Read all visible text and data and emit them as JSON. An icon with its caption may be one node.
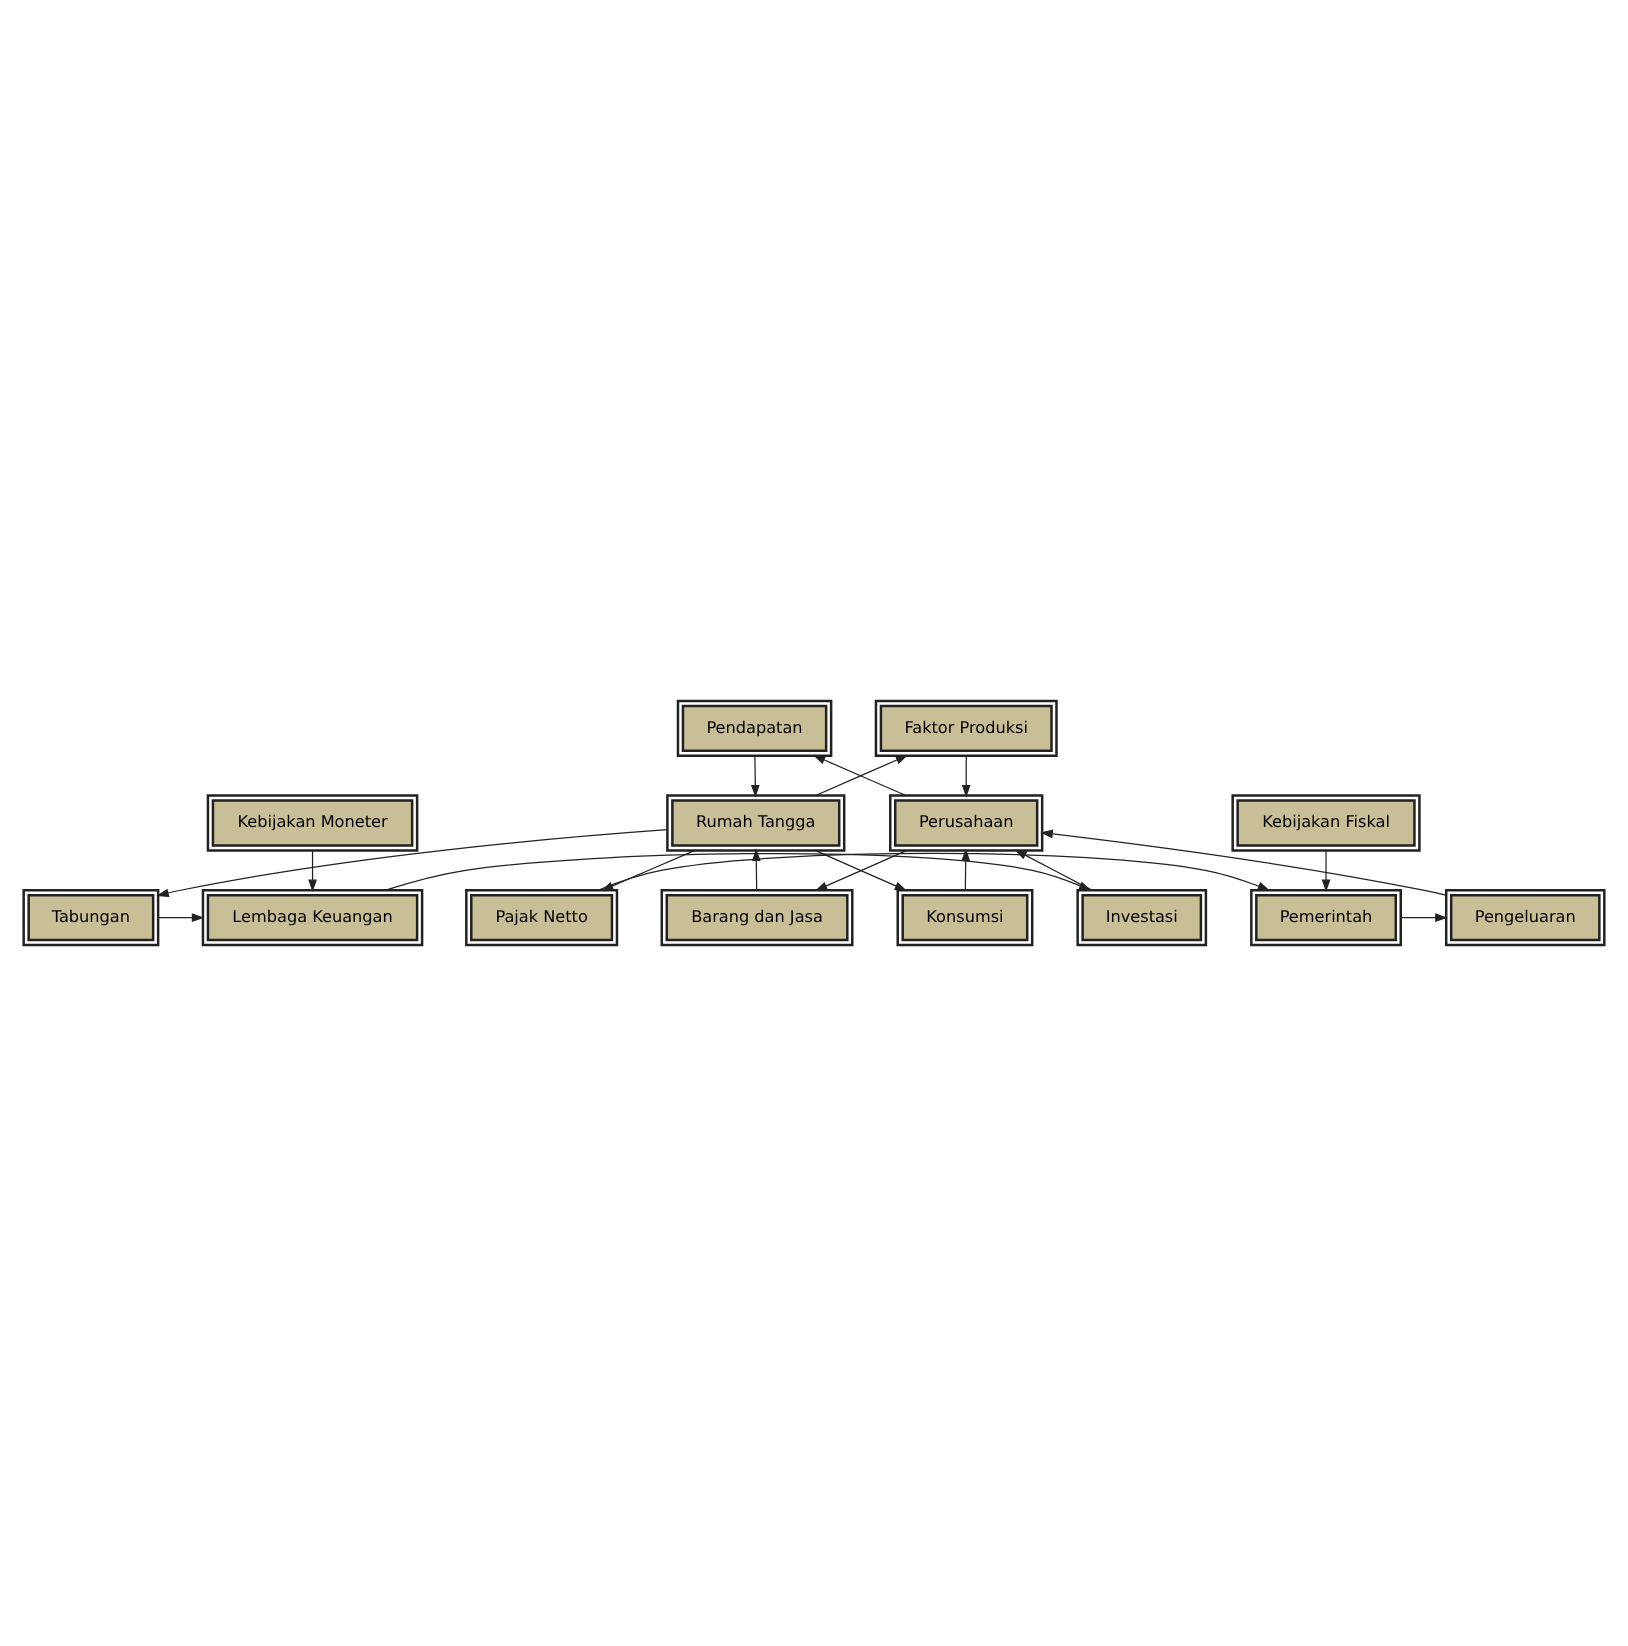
{
  "diagram": {
    "nodes": [
      {
        "text": [
          "Faktor Produksi"
        ]
      },
      {
        "text": [
          "Pendapatan"
        ]
      },
      {
        "text": [
          "Rumah Tangga"
        ]
      },
      {
        "text": [
          "Perusahaan"
        ]
      },
      {
        "text": [
          "Barang dan Jasa"
        ]
      },
      {
        "text": [
          "Konsumsi"
        ]
      },
      {
        "text": [
          "Tabungan"
        ]
      },
      {
        "text": [
          "Lembaga Keuangan"
        ]
      },
      {
        "text": [
          "Investasi"
        ]
      },
      {
        "text": [
          "Kebijakan Moneter"
        ]
      },
      {
        "text": [
          "Pajak Netto"
        ]
      },
      {
        "text": [
          "Pemerintah"
        ]
      },
      {
        "text": [
          "Pengeluaran"
        ]
      },
      {
        "text": [
          "Kebijakan Fiskal"
        ]
      }
    ],
    "edges": [
      {
        "from": 2,
        "to": 0,
        "arrow": "to"
      },
      {
        "from": 0,
        "to": 3,
        "arrow": "to"
      },
      {
        "from": 3,
        "to": 1,
        "arrow": "to"
      },
      {
        "from": 1,
        "to": 2,
        "arrow": "to"
      },
      {
        "from": 4,
        "to": 2,
        "arrow": "to"
      },
      {
        "from": 3,
        "to": 4,
        "arrow": "to"
      },
      {
        "from": 2,
        "to": 5,
        "arrow": "to"
      },
      {
        "from": 5,
        "to": 3,
        "arrow": "to"
      },
      {
        "from": 2,
        "to": 6,
        "arrow": "to"
      },
      {
        "from": 6,
        "to": 7,
        "arrow": "to"
      },
      {
        "from": 7,
        "to": 8,
        "arrow": "to"
      },
      {
        "from": 8,
        "to": 3,
        "arrow": "to"
      },
      {
        "from": 9,
        "to": 7,
        "arrow": "to"
      },
      {
        "from": 2,
        "to": 10,
        "arrow": "to"
      },
      {
        "from": 10,
        "to": 11,
        "arrow": "to"
      },
      {
        "from": 11,
        "to": 12,
        "arrow": "to"
      },
      {
        "from": 12,
        "to": 3,
        "arrow": "to"
      },
      {
        "from": 13,
        "to": 11,
        "arrow": "to"
      }
    ]
  }
}
